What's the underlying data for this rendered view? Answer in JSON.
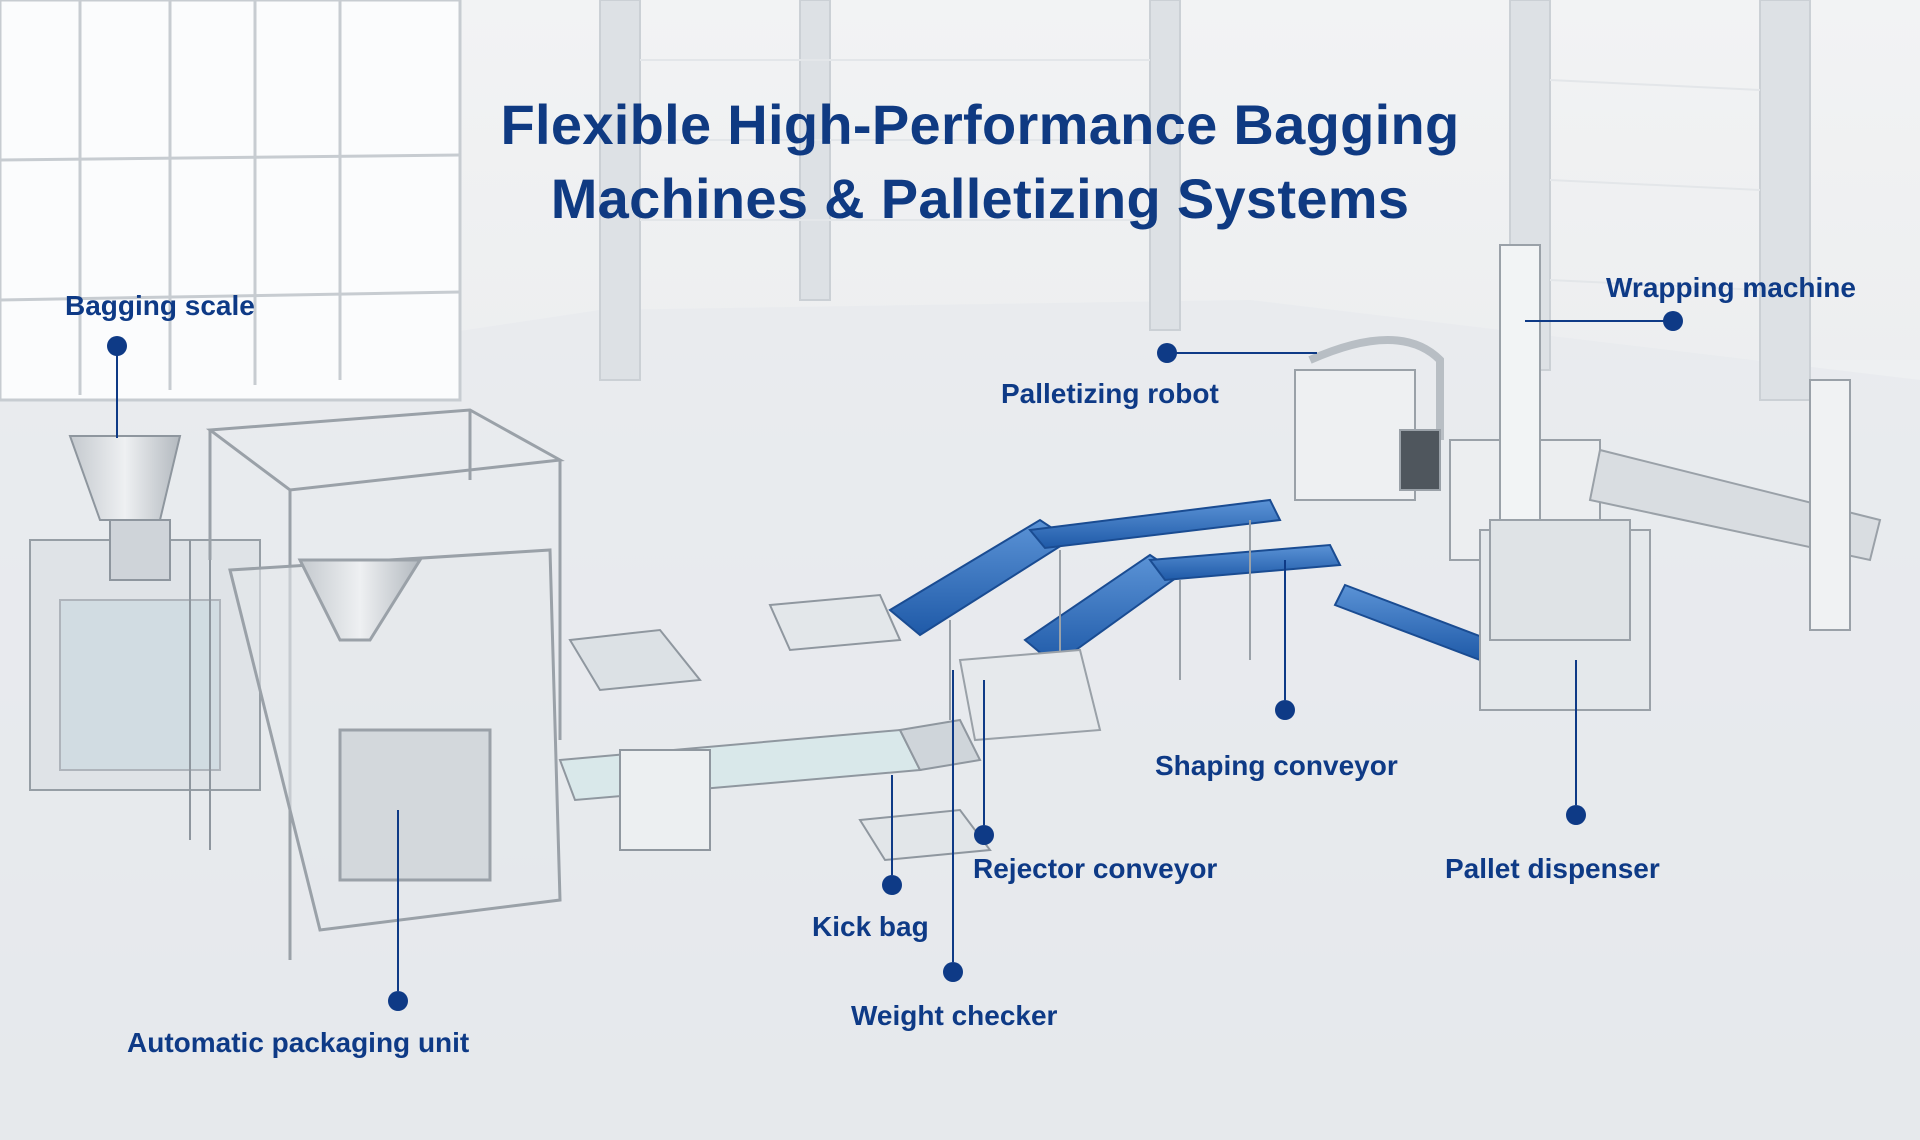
{
  "title": {
    "line1": "Flexible High-Performance Bagging",
    "line2": "Machines & Palletizing Systems"
  },
  "callouts": {
    "bagging_scale": "Bagging scale",
    "wrapping_machine": "Wrapping machine",
    "palletizing_robot": "Palletizing robot",
    "shaping_conveyor": "Shaping conveyor",
    "pallet_dispenser": "Pallet dispenser",
    "rejector_conveyor": "Rejector conveyor",
    "kick_bag": "Kick bag",
    "weight_checker": "Weight checker",
    "automatic_packaging_unit": "Automatic packaging unit"
  },
  "colors": {
    "label": "#0e3a86",
    "title": "#0f3a82",
    "conveyor_accent": "#2f6fc0",
    "floor": "#e6e9ec"
  }
}
